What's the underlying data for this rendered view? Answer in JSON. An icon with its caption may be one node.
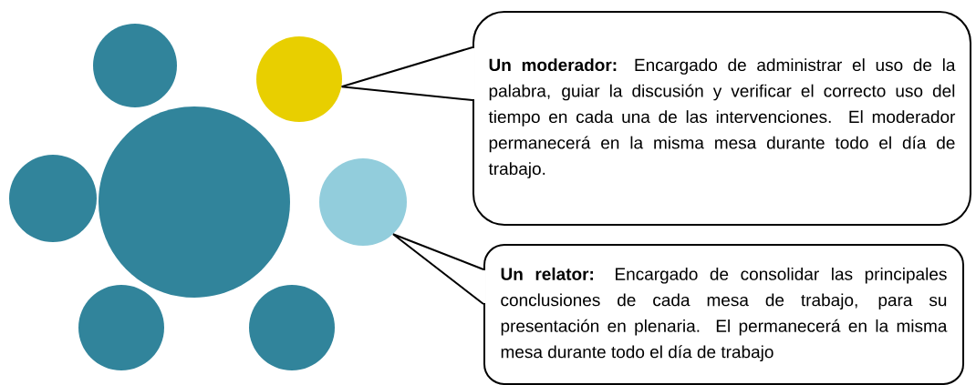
{
  "diagram": {
    "nodes": [
      {
        "text": [],
        "shape": "circle"
      },
      {
        "text": [],
        "shape": "circle"
      },
      {
        "text": [],
        "shape": "circle"
      },
      {
        "text": [],
        "shape": "circle"
      },
      {
        "text": [],
        "shape": "circle"
      },
      {
        "text": [],
        "shape": "circle"
      },
      {
        "text": [],
        "shape": "circle"
      },
      {
        "text": [
          "**Un moderador:** Encargado de administrar el uso de la palabra, guiar la discusión y verificar el correcto uso del tiempo en cada una de las intervenciones. El moderador permanecerá en la misma mesa durante todo el día de trabajo."
        ]
      },
      {
        "text": [
          "**Un relator:** Encargado de consolidar las principales conclusiones de cada mesa de trabajo, para su presentación en plenaria. El permanecerá en la misma mesa durante todo el día de trabajo"
        ]
      }
    ],
    "edges": [
      {
        "from": 7,
        "to": 1,
        "arrow": "none"
      },
      {
        "from": 8,
        "to": 4,
        "arrow": "none"
      }
    ]
  }
}
